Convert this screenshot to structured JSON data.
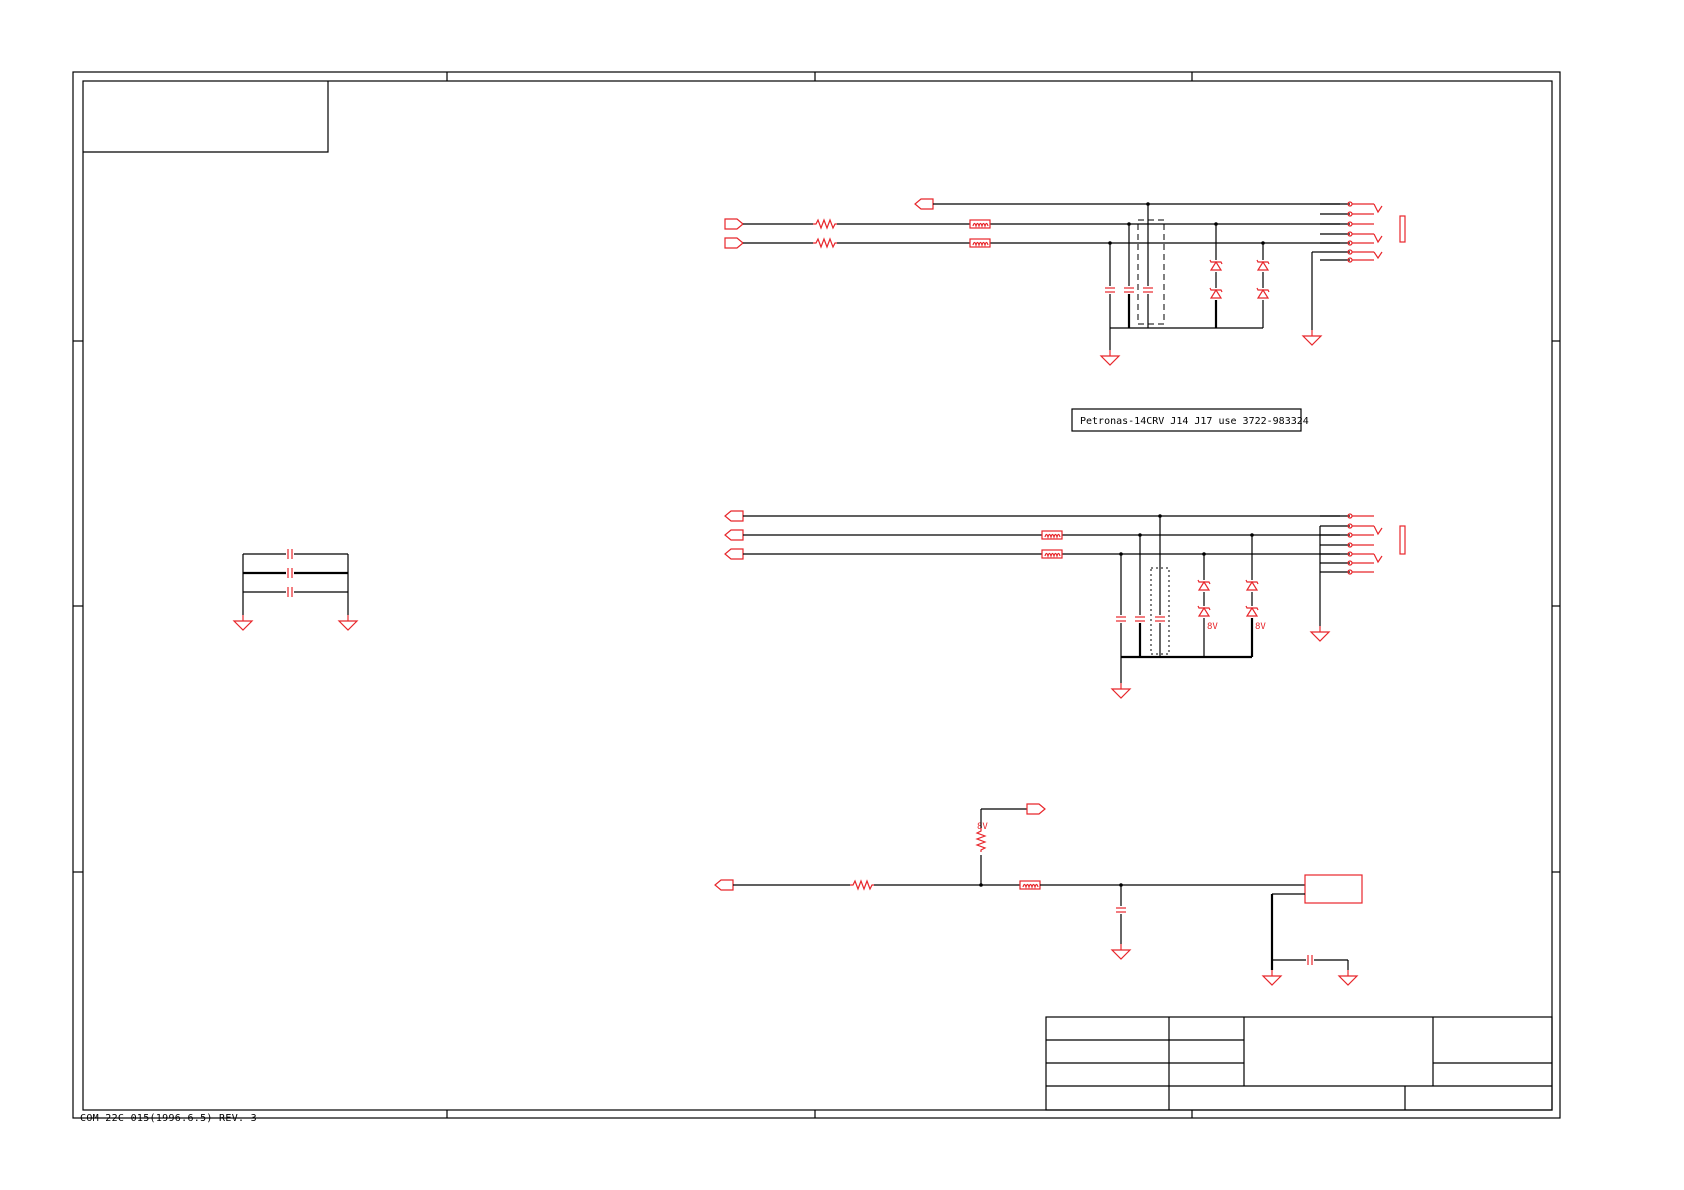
{
  "footer_code": "COM-22C-015(1996.6.5) REV. 3",
  "note_box": "Petronas-14CRV J14 J17  use 3722-983324",
  "voltage_label": "8V",
  "colors": {
    "wire": "#000000",
    "symbol": "#e8262b",
    "background": "#ffffff"
  }
}
